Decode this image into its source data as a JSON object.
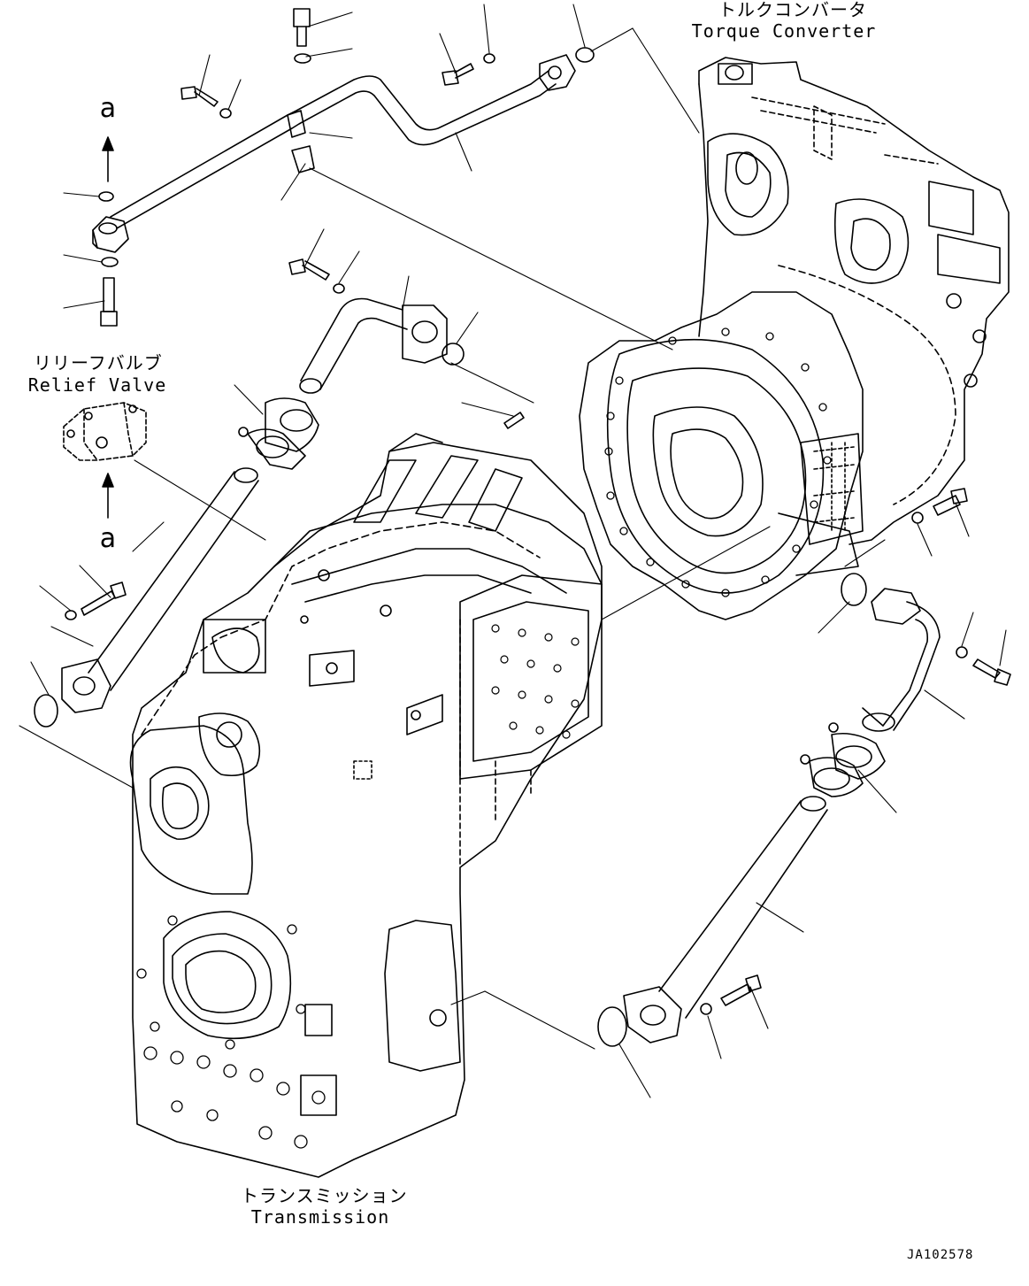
{
  "labels": {
    "torque_converter_jp": "トルクコンバータ",
    "torque_converter_en": "Torque Converter",
    "relief_valve_jp": "リリーフバルブ",
    "relief_valve_en": "Relief Valve",
    "transmission_jp": "トランスミッション",
    "transmission_en": "Transmission",
    "ref_a_top": "a",
    "ref_a_bottom": "a",
    "doc_id": "JA102578"
  }
}
